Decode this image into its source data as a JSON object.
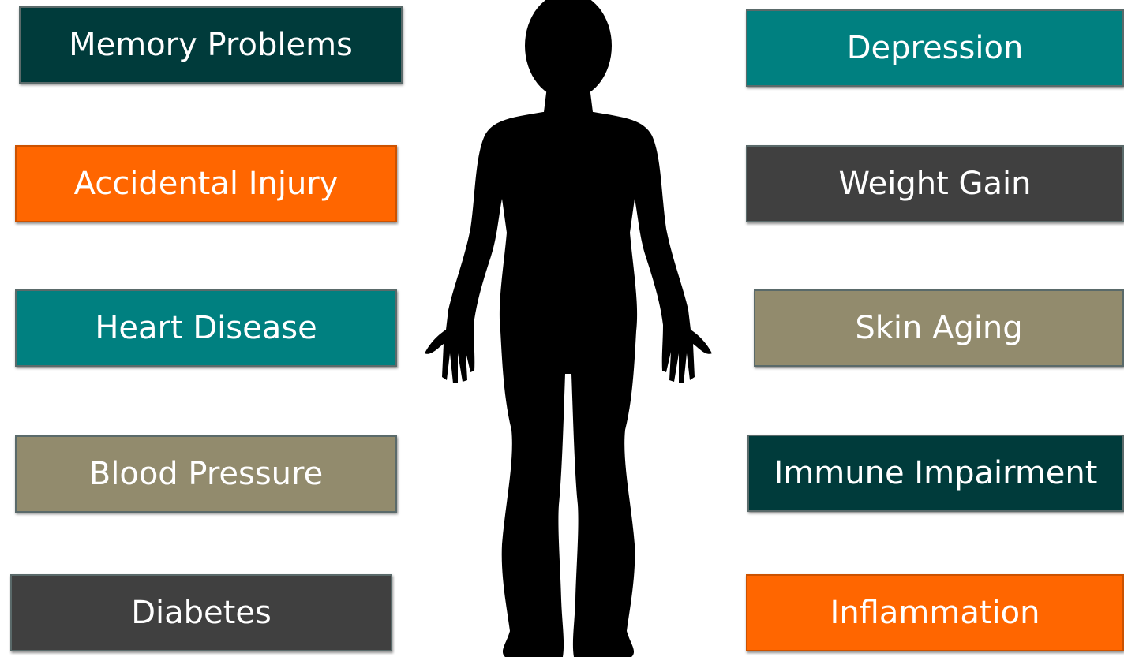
{
  "left_labels": [
    {
      "text": "Memory Problems",
      "color": "#003b3b"
    },
    {
      "text": "Accidental Injury",
      "color": "#ff6600"
    },
    {
      "text": "Heart Disease",
      "color": "#008080"
    },
    {
      "text": "Blood Pressure",
      "color": "#928b6d"
    },
    {
      "text": "Diabetes",
      "color": "#404040"
    }
  ],
  "right_labels": [
    {
      "text": "Depression",
      "color": "#008080"
    },
    {
      "text": "Weight Gain",
      "color": "#404040"
    },
    {
      "text": "Skin Aging",
      "color": "#928b6d"
    },
    {
      "text": "Immune Impairment",
      "color": "#003b3b"
    },
    {
      "text": "Inflammation",
      "color": "#ff6600"
    }
  ],
  "figure": {
    "icon": "human-body-silhouette-icon",
    "color": "#000000"
  }
}
